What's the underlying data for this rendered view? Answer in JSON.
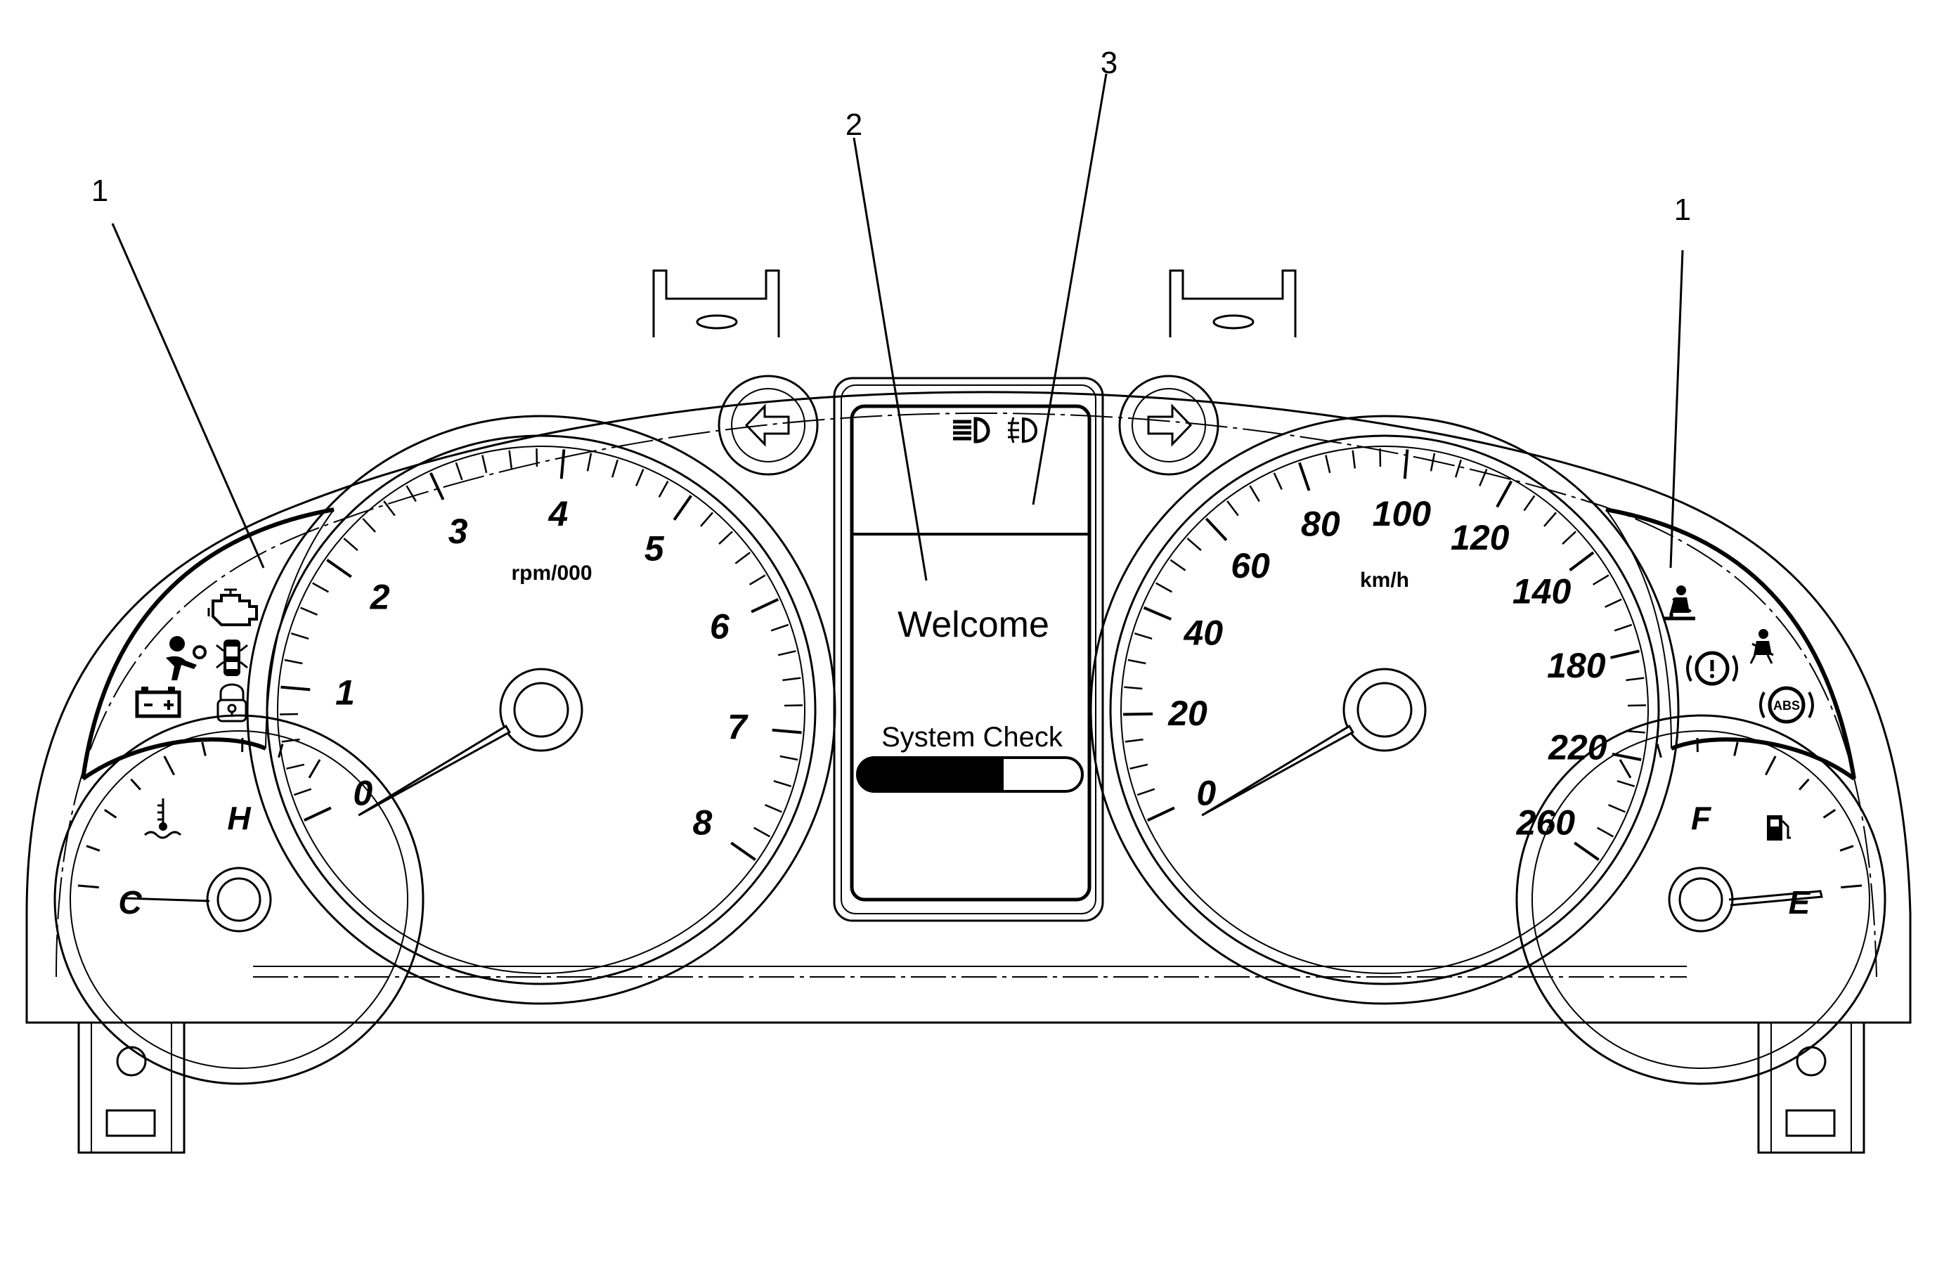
{
  "callouts": {
    "left_cluster": "1",
    "dic_display": "2",
    "indicator_area": "3",
    "right_cluster": "1"
  },
  "tachometer": {
    "unit": "rpm/000",
    "numbers": [
      "0",
      "1",
      "2",
      "3",
      "4",
      "5",
      "6",
      "7",
      "8"
    ],
    "needle_value": 0
  },
  "speedometer": {
    "unit": "km/h",
    "numbers": [
      "0",
      "20",
      "40",
      "60",
      "80",
      "100",
      "120",
      "140",
      "180",
      "220",
      "260"
    ],
    "needle_value": 0
  },
  "temperature_gauge": {
    "high": "H",
    "low": "C"
  },
  "fuel_gauge": {
    "full": "F",
    "empty": "E"
  },
  "display": {
    "message": "Welcome",
    "status": "System Check",
    "progress": 0.65
  },
  "icons": {
    "left_turn": "left-turn-arrow-icon",
    "right_turn": "right-turn-arrow-icon",
    "high_beam": "high-beam-icon",
    "fog_lamp": "fog-lamp-icon",
    "check_engine": "check-engine-icon",
    "airbag": "airbag-icon",
    "door_ajar": "door-ajar-icon",
    "battery": "battery-icon",
    "security": "security-lock-icon",
    "seatbelt_passenger": "passenger-seatbelt-icon",
    "brake": "brake-warning-icon",
    "seatbelt": "seatbelt-icon",
    "abs": "ABS",
    "coolant": "coolant-temp-icon",
    "fuel": "fuel-pump-icon"
  }
}
